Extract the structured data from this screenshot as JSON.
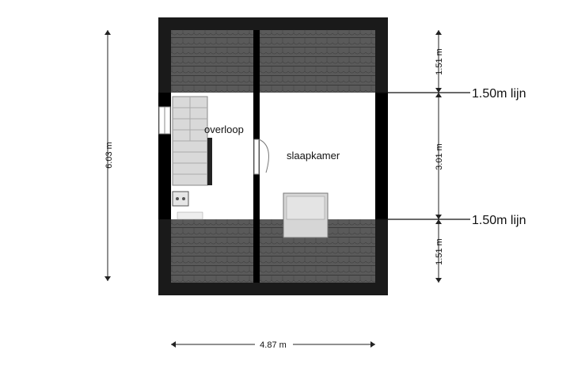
{
  "rooms": {
    "overloop": "overloop",
    "slaapkamer": "slaapkamer"
  },
  "dimensions": {
    "height_total": "6.03 m",
    "width_total": "4.87 m",
    "right_top": "1.51 m",
    "right_middle": "3.01 m",
    "right_bottom": "1.51 m"
  },
  "lines": {
    "top": "1.50m lijn",
    "bottom": "1.50m lijn"
  },
  "colors": {
    "roof": "#1a1a1a",
    "roof_tile": "#555555",
    "wall": "#000000",
    "floor": "#ffffff",
    "stairs": "#d9d9d9"
  }
}
